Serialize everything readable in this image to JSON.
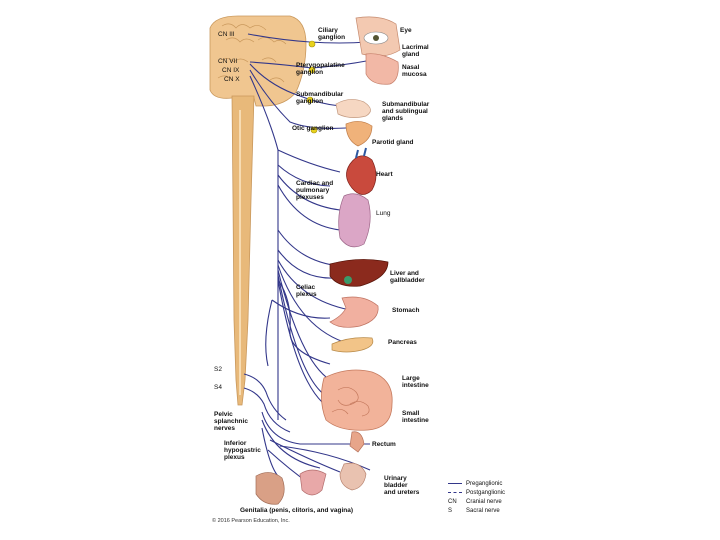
{
  "labels": {
    "cn3": "CN III",
    "cn7": "CN VII",
    "cn9": "CN IX",
    "cn10": "CN X",
    "ciliary": "Ciliary ganglion",
    "ptery": "Pterygopalatine ganglion",
    "submand_g": "Submandibular ganglion",
    "otic": "Otic ganglion",
    "cardiac": "Cardiac and pulmonary plexuses",
    "celiac": "Celiac plexus",
    "s2": "S2",
    "s4": "S4",
    "pelvic": "Pelvic splanchnic nerves",
    "hypogastric": "Inferior hypogastric plexus",
    "eye": "Eye",
    "lacrimal": "Lacrimal gland",
    "nasal": "Nasal mucosa",
    "submand_glands": "Submandibular and sublingual glands",
    "parotid": "Parotid gland",
    "heart": "Heart",
    "lung": "Lung",
    "liver": "Liver and gallbladder",
    "stomach": "Stomach",
    "pancreas": "Pancreas",
    "large": "Large intestine",
    "small": "Small intestine",
    "rectum": "Rectum",
    "bladder": "Urinary bladder and ureters",
    "genitalia": "Genitalia (penis, clitoris, and vagina)"
  },
  "legend": {
    "preganglionic": "Preganglionic",
    "postganglionic": "Postganglionic",
    "cn_abbr": "CN",
    "cn_text": "Cranial nerve",
    "s_abbr": "S",
    "s_text": "Sacral nerve"
  },
  "copyright": "© 2016 Pearson Education, Inc.",
  "colors": {
    "nerve": "#33378a",
    "cord": "#e8b97a",
    "ganglion": "#e8d21c"
  }
}
